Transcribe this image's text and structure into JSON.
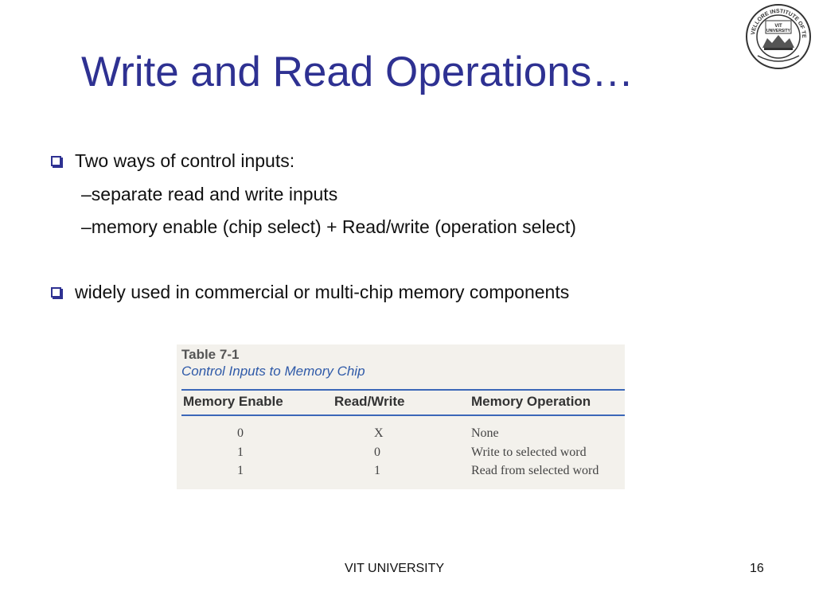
{
  "title": "Write and Read Operations…",
  "bullets": [
    {
      "text": "Two ways of control inputs:"
    },
    {
      "text": "widely used in commercial or multi-chip memory components"
    }
  ],
  "sub_items": [
    "–separate read and write inputs",
    "–memory enable (chip select) + Read/write (operation select)"
  ],
  "table": {
    "number": "Table 7-1",
    "caption": "Control Inputs to Memory Chip",
    "headers": [
      "Memory Enable",
      "Read/Write",
      "Memory Operation"
    ],
    "rows": [
      [
        "0",
        "X",
        "None"
      ],
      [
        "1",
        "0",
        "Write to selected word"
      ],
      [
        "1",
        "1",
        "Read from selected word"
      ]
    ]
  },
  "logo": {
    "top_text": "VELLORE INSTITUTE OF TECHNOLOGY",
    "center_line1": "VIT",
    "center_line2": "UNIVERSITY"
  },
  "footer": {
    "center": "VIT UNIVERSITY",
    "page_number": "16"
  },
  "colors": {
    "title": "#2e3192",
    "bullet": "#2e3192",
    "table_caption": "#2f5aa8",
    "table_rule": "#3b67b8"
  }
}
